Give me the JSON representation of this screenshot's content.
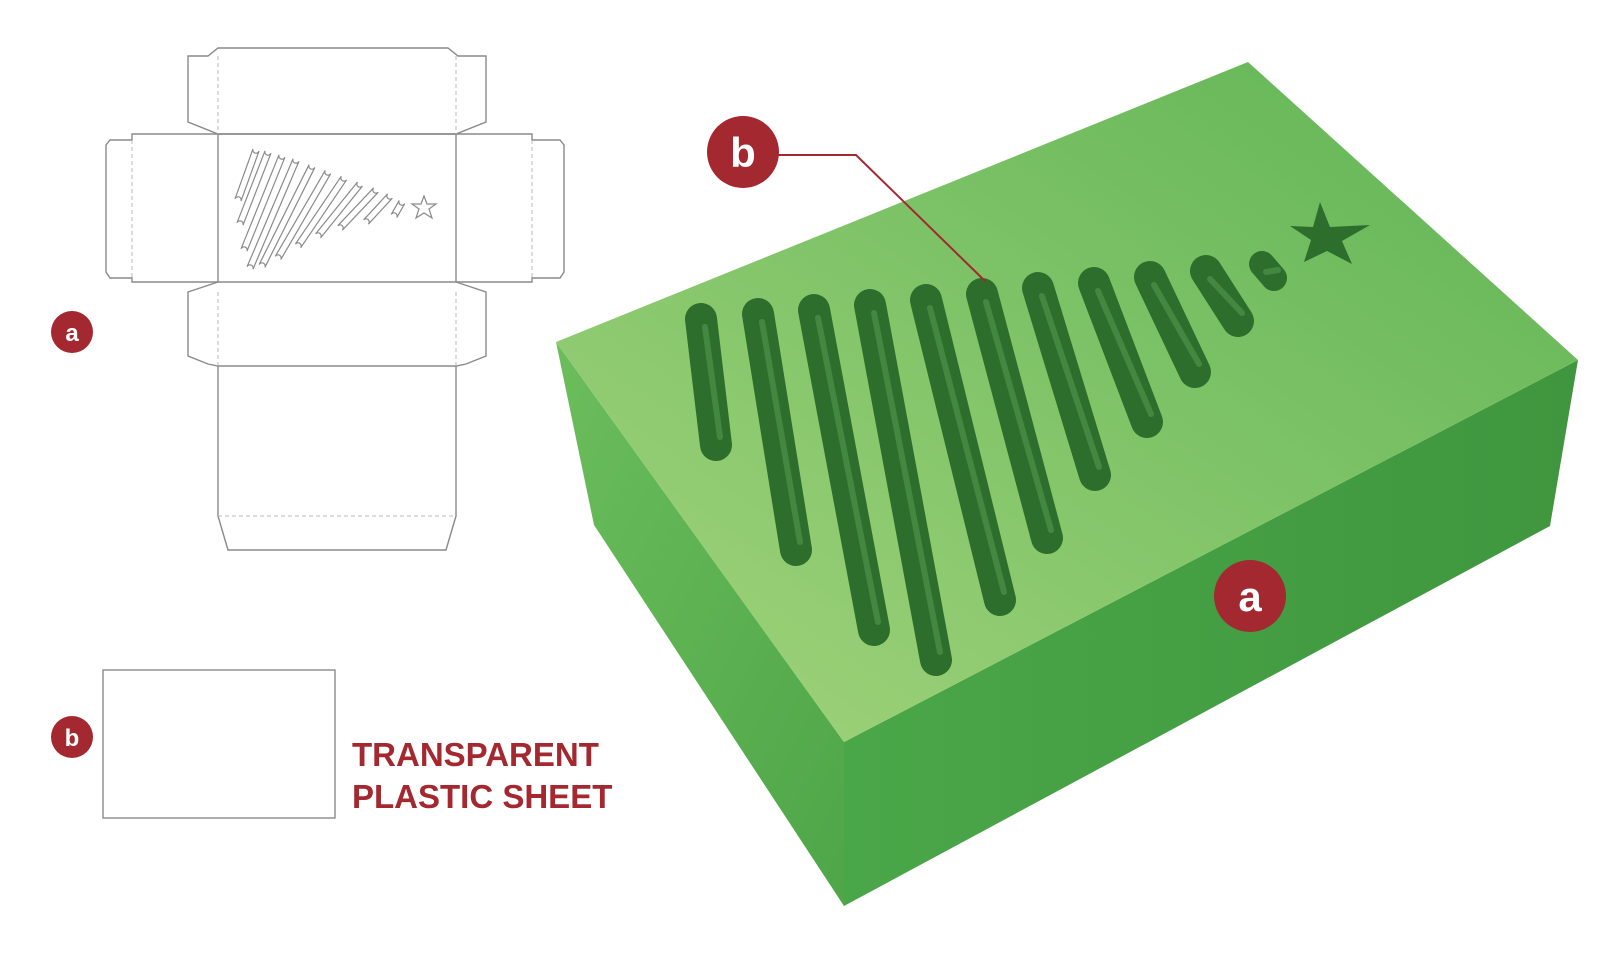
{
  "labels": {
    "a": "a",
    "b": "b"
  },
  "caption": {
    "line1": "TRANSPARENT",
    "line2": "PLASTIC SHEET"
  },
  "colors": {
    "badge": "#a3282f",
    "caption": "#a3282f",
    "dieline": "#8a8a8a",
    "fold_line": "#b8b8b8",
    "box_top": "#8bc96a",
    "box_front": "#46a044",
    "box_side": "#5bb152",
    "slot": "#2e6e2d",
    "leader_line": "#a3282f"
  },
  "icons": {
    "top_cutout": "christmas-tree-slots-with-star",
    "dieline_cutout": "christmas-tree-slots-with-star-outline"
  }
}
